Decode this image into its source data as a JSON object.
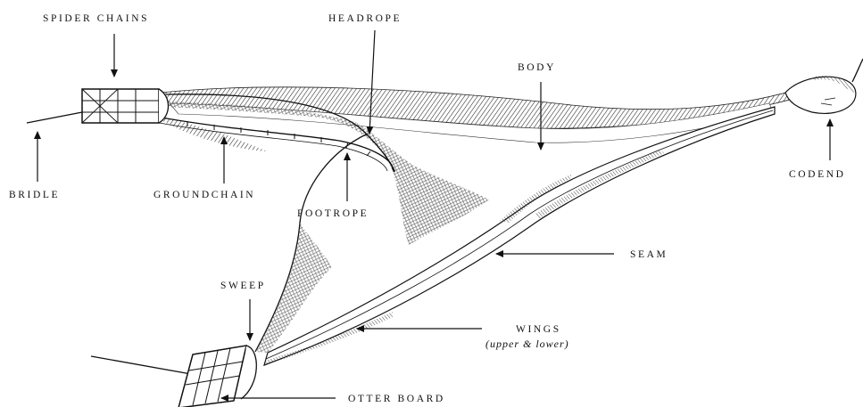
{
  "labels": {
    "spider_chains": "SPIDER CHAINS",
    "headrope": "HEADROPE",
    "body": "BODY",
    "bridle": "BRIDLE",
    "groundchain": "GROUNDCHAIN",
    "footrope": "FOOTROPE",
    "codend": "CODEND",
    "seam": "SEAM",
    "sweep": "SWEEP",
    "wings": "WINGS",
    "wings_note": "(upper & lower)",
    "otter_board": "OTTER BOARD"
  }
}
